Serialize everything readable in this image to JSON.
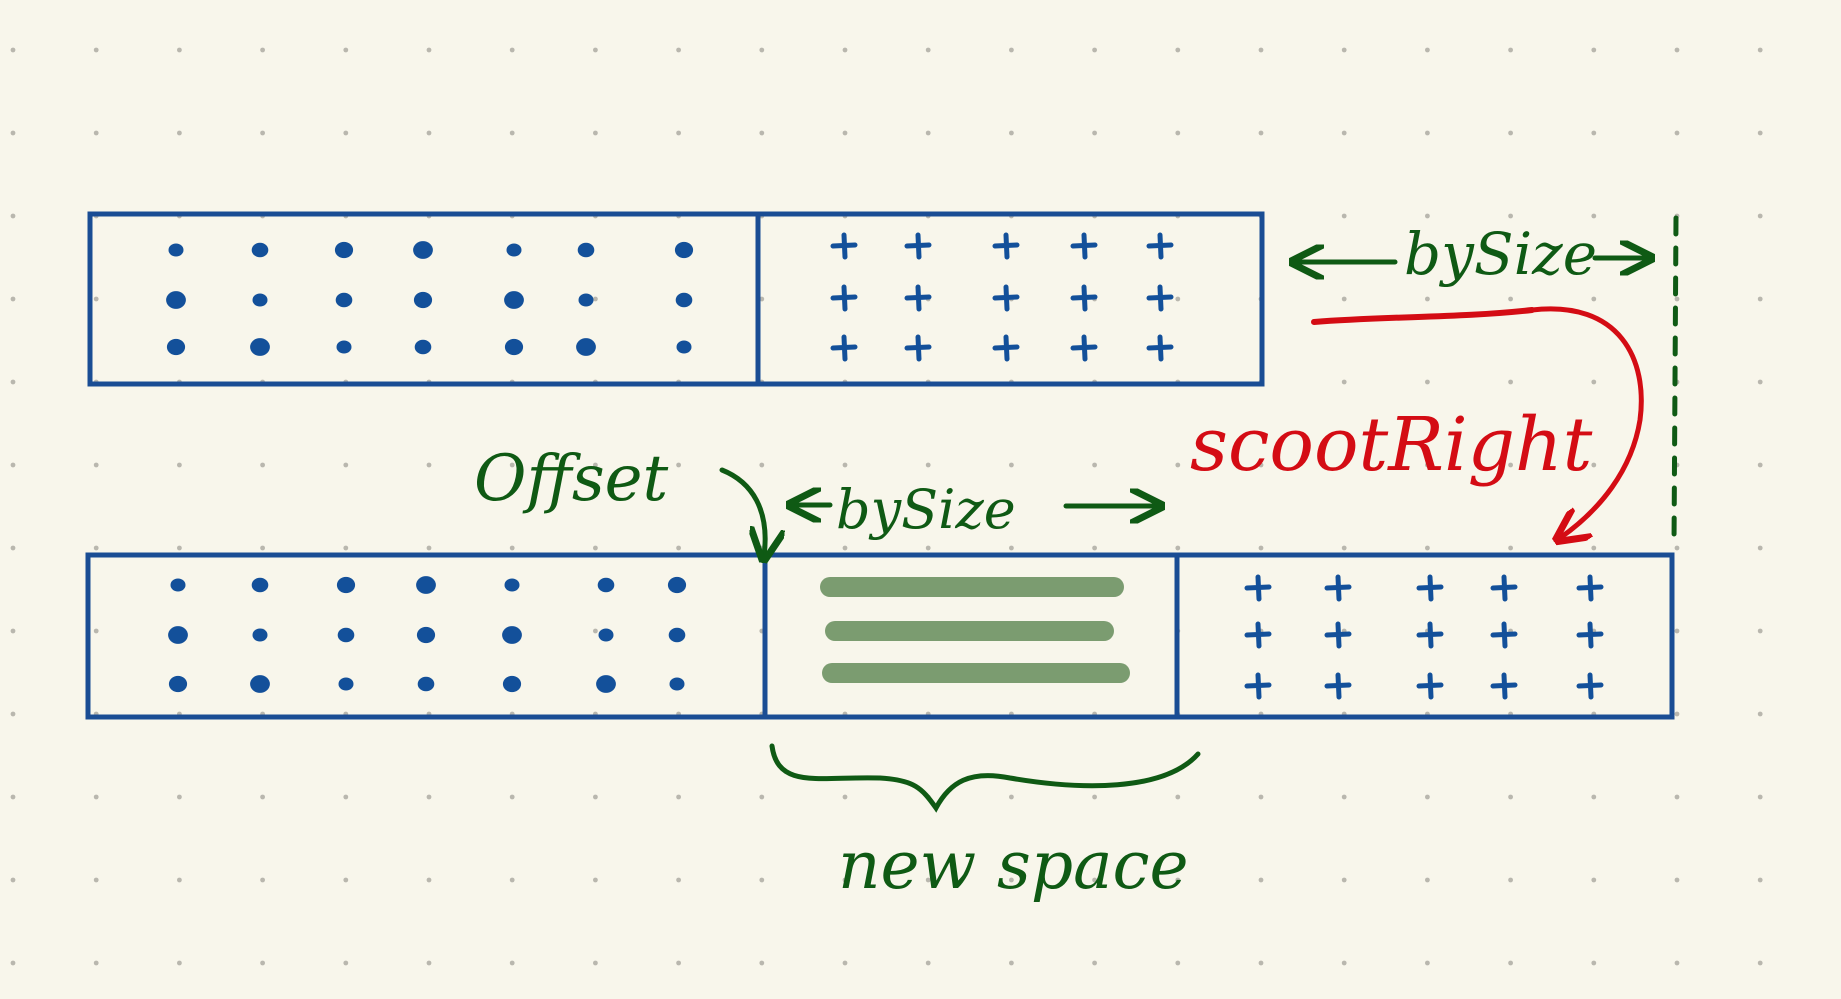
{
  "labels": {
    "bysize_top": "bySize",
    "scoot_right": "scootRight",
    "offset": "Offset",
    "bysize_bottom": "bySize",
    "new_space": "new space"
  },
  "colors": {
    "background": "#f8f6eb",
    "grid_dot": "#b9b7ae",
    "box_stroke": "#1a4d94",
    "dot_fill": "#13509a",
    "plus_stroke": "#13509a",
    "annotation_green": "#0f5a14",
    "annotation_red": "#d40c14",
    "new_space_bar": "#7b9c70"
  }
}
